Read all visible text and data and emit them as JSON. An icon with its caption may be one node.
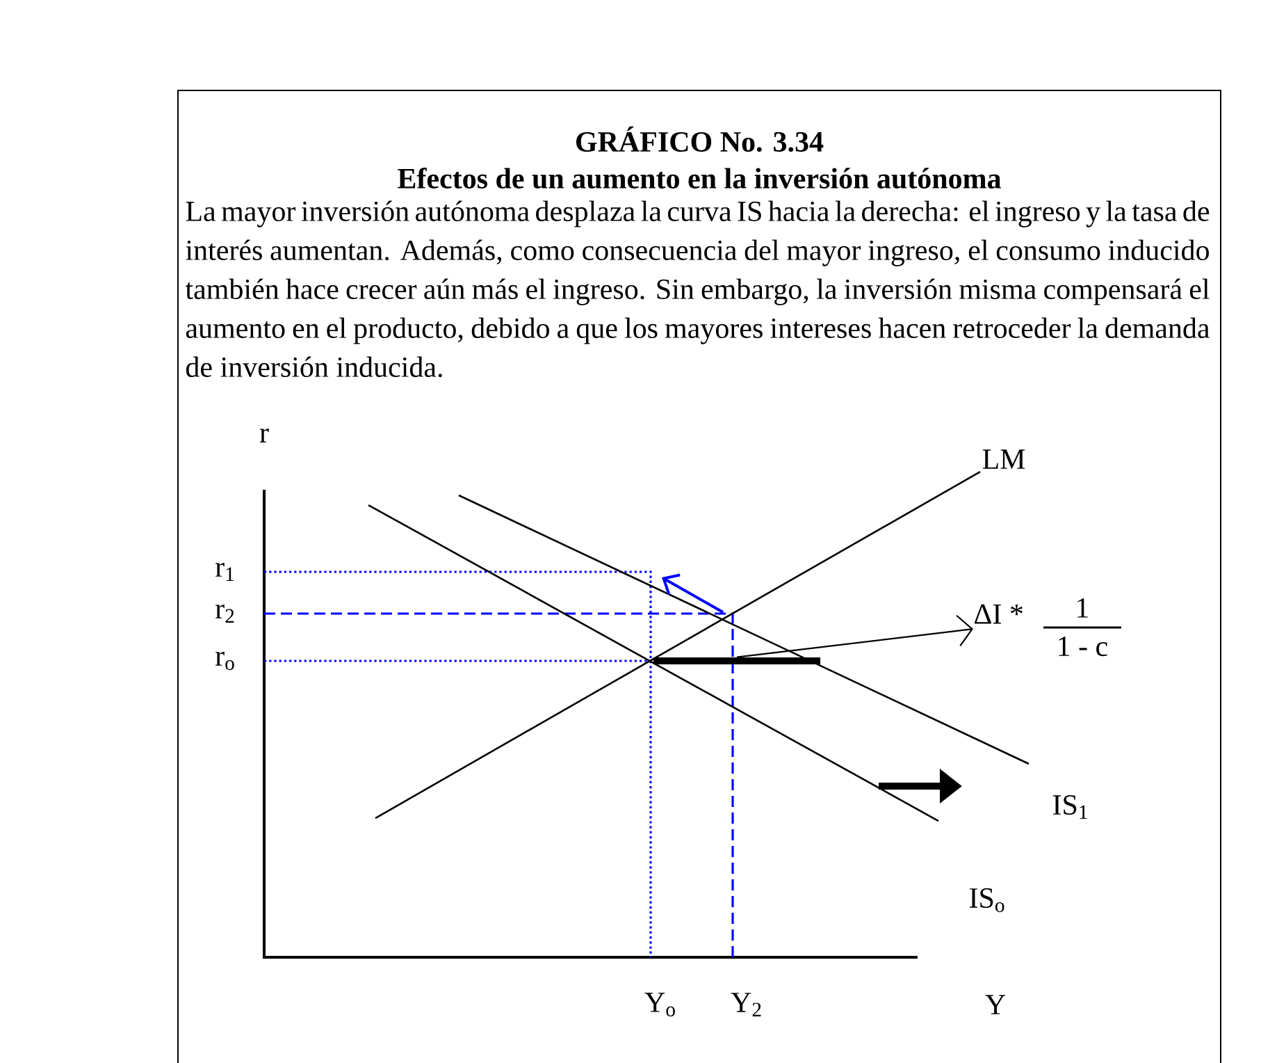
{
  "diagram": {
    "title": "GRÁFICO No.  3.34",
    "caption": "La mayor inversión autónoma desplaza la curva IS hacia la derecha: el ingreso y la tasa de interés aumentan. Además, como consecuencia del mayor ingreso, el consumo inducido también hace crecer aún más el ingreso. Sin embargo, la inversión misma compensará el aumento en el producto, debido a que los mayores intereses hacen retroceder la demanda de inversión inducida.",
    "nodes": [
      {
        "text": [],
        "shape": "bar"
      },
      {
        "text": [
          "ΔI *",
          "1",
          "1 - c"
        ]
      }
    ],
    "edges": [
      {
        "from": 0,
        "to": 1,
        "arrow": "to"
      }
    ],
    "labels": [
      "Efectos de un aumento en la inversión autónoma",
      "r",
      "LM",
      "r$_{1}$",
      "r$_{2}$",
      "r$_{o}$",
      "IS$_{1}$",
      "IS$_{o}$",
      "Y$_{o}$",
      "Y$_{2}$",
      "Y"
    ]
  }
}
